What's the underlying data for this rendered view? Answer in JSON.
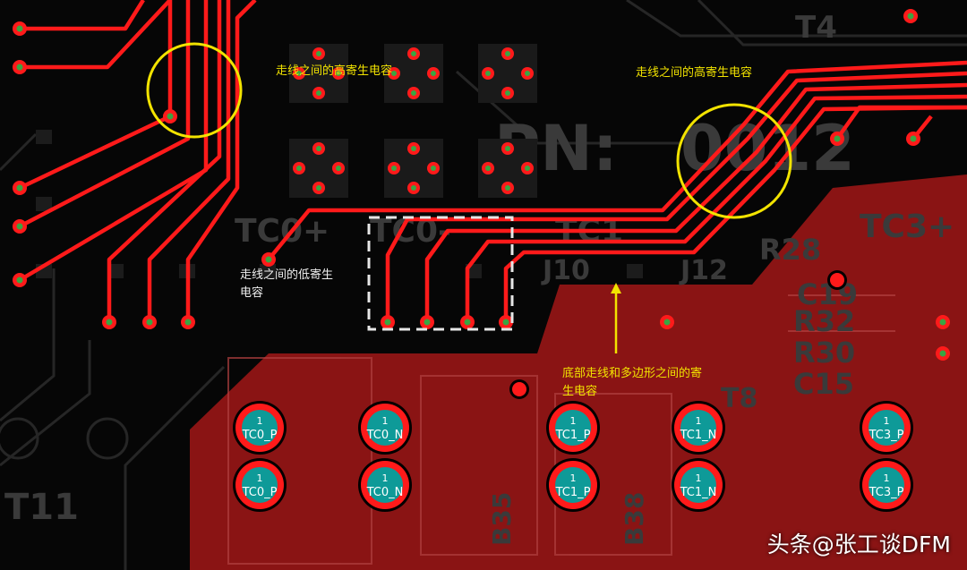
{
  "colors": {
    "background": "#060606",
    "copper_pour": "#8a1414",
    "trace": "#ff1a1a",
    "via_center": "#3aa542",
    "pad_center": "#0e9a98",
    "annotation": "#f2e300",
    "annotation_text_white": "#f0f0f0",
    "highlight_box": "#e6e6e6"
  },
  "annotations": {
    "high_parasitic_left": "走线之间的高寄生电容",
    "high_parasitic_right": "走线之间的高寄生电容",
    "low_parasitic": "走线之间的低寄生电容",
    "polygon_parasitic": "底部走线和多边形之间的寄生电容"
  },
  "silkscreen": {
    "pn": "PN:",
    "pn_digits": "0012",
    "tc0_pos": "TC0+",
    "tc0_neg": "TC0-",
    "tc1": "TC1",
    "tc3_pos": "TC3+",
    "j10": "J10",
    "j12": "J12",
    "t4": "T4",
    "t11": "T11",
    "r28": "R28",
    "r32": "R32",
    "r30": "R30",
    "c15": "C15",
    "c19": "C19",
    "t8": "T8",
    "b35": "B35",
    "b38": "B38"
  },
  "pads": [
    {
      "top": "1",
      "bottom": "TC0_P"
    },
    {
      "top": "1",
      "bottom": "TC0_N"
    },
    {
      "top": "1",
      "bottom": "TC1_P"
    },
    {
      "top": "1",
      "bottom": "TC1_N"
    },
    {
      "top": "1",
      "bottom": "TC3_P"
    },
    {
      "top": "1",
      "bottom": "TC0_P"
    },
    {
      "top": "1",
      "bottom": "TC0_N"
    },
    {
      "top": "1",
      "bottom": "TC1_P"
    },
    {
      "top": "1",
      "bottom": "TC1_N"
    },
    {
      "top": "1",
      "bottom": "TC3_P"
    }
  ],
  "watermark": "头条@张工谈DFM"
}
